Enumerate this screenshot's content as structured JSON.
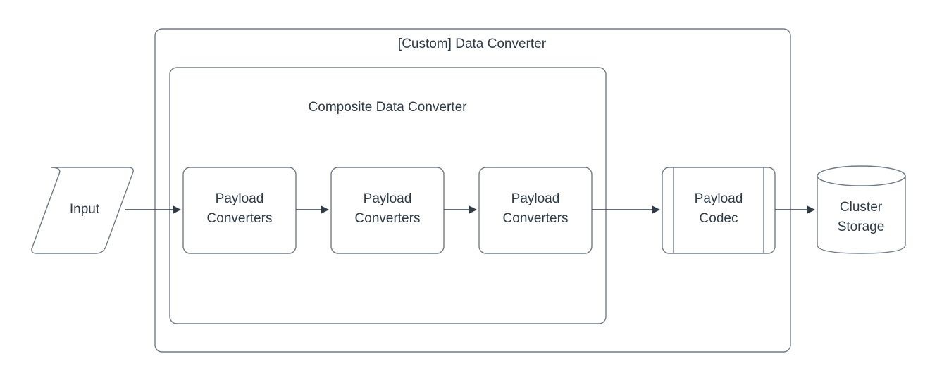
{
  "diagram": {
    "title": "[Custom] Data Converter",
    "outer_container": {
      "label": "[Custom] Data Converter",
      "name": "custom-data-converter-container"
    },
    "inner_container": {
      "label": "Composite Data Converter",
      "name": "composite-data-converter-container"
    },
    "nodes": [
      {
        "id": "input",
        "label": "Input",
        "shape": "parallelogram"
      },
      {
        "id": "payload-converters-1",
        "label_line1": "Payload",
        "label_line2": "Converters",
        "shape": "rounded-rect"
      },
      {
        "id": "payload-converters-2",
        "label_line1": "Payload",
        "label_line2": "Converters",
        "shape": "rounded-rect"
      },
      {
        "id": "payload-converters-3",
        "label_line1": "Payload",
        "label_line2": "Converters",
        "shape": "rounded-rect"
      },
      {
        "id": "payload-codec",
        "label_line1": "Payload",
        "label_line2": "Codec",
        "shape": "predefined-process"
      },
      {
        "id": "cluster-storage",
        "label_line1": "Cluster",
        "label_line2": "Storage",
        "shape": "cylinder"
      }
    ],
    "edges": [
      {
        "from": "input",
        "to": "payload-converters-1"
      },
      {
        "from": "payload-converters-1",
        "to": "payload-converters-2"
      },
      {
        "from": "payload-converters-2",
        "to": "payload-converters-3"
      },
      {
        "from": "payload-converters-3",
        "to": "payload-codec"
      },
      {
        "from": "payload-codec",
        "to": "cluster-storage"
      }
    ],
    "colors": {
      "background": "#ffffff",
      "shape_stroke": "#707a85",
      "shape_fill": "#ffffff",
      "text": "#2f3b47",
      "connector": "#2f3b47"
    }
  }
}
